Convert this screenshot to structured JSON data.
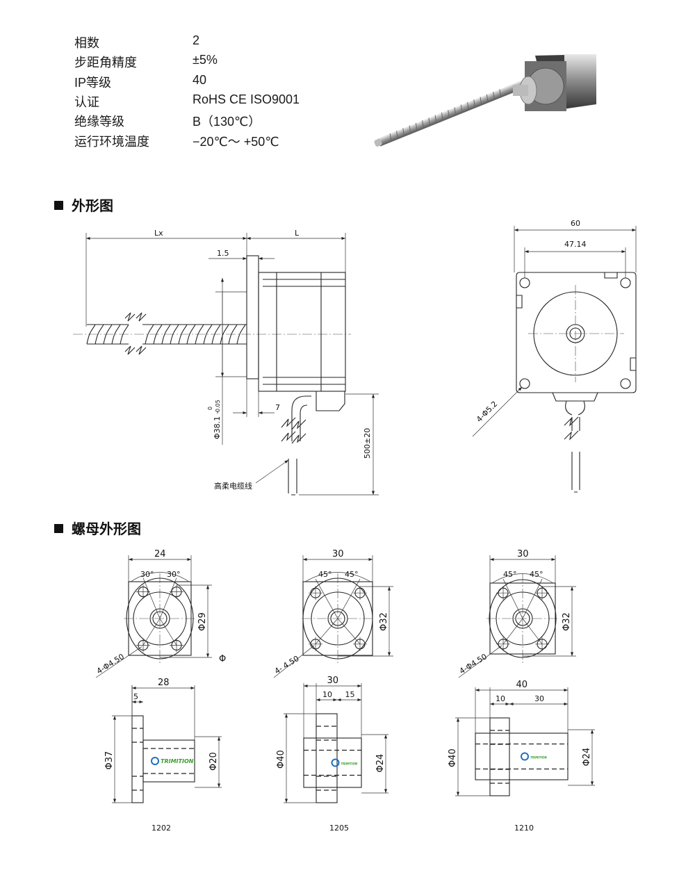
{
  "specs": [
    {
      "label": "相数",
      "value": "2"
    },
    {
      "label": "步距角精度",
      "value": "±5%"
    },
    {
      "label": "IP等级",
      "value": "40"
    },
    {
      "label": "认证",
      "value": "RoHS CE ISO9001"
    },
    {
      "label": "绝缘等级",
      "value": "B（130℃）"
    },
    {
      "label": "运行环境温度",
      "value": "−20℃～ +50℃"
    }
  ],
  "sections": {
    "outline_title": "外形图",
    "nut_title": "螺母外形图"
  },
  "motor_side": {
    "lx": "Lx",
    "l": "L",
    "flange_thk": "1.5",
    "pilot_dia": "Φ38.1 -",
    "tol_upper": "0",
    "tol_lower": "0.05",
    "cable_offset": "7",
    "cable_length": "500±20",
    "cable_label": "高柔电缆线"
  },
  "motor_front": {
    "width": "60",
    "hole_pitch": "47.14",
    "holes": "4-Φ5.2"
  },
  "nuts": [
    {
      "model": "1202",
      "width": "24",
      "angle": "30°",
      "pcd": "Φ29",
      "holes": "4-Φ4.50",
      "extra": "Φ",
      "length": "28",
      "flange": "5",
      "body": "",
      "flange_dia": "Φ37",
      "body_dia": "Φ20",
      "logo": "TRIMITION"
    },
    {
      "model": "1205",
      "width": "30",
      "angle": "45°",
      "pcd": "Φ32",
      "holes": "4-  4.50",
      "extra": "",
      "length": "30",
      "flange": "10",
      "body": "15",
      "flange_dia": "Φ40",
      "body_dia": "Φ24",
      "logo": "TRIMITION"
    },
    {
      "model": "1210",
      "width": "30",
      "angle": "45°",
      "pcd": "Φ32",
      "holes": "4-Φ4.50",
      "extra": "",
      "length": "40",
      "flange": "10",
      "body": "30",
      "flange_dia": "Φ40",
      "body_dia": "Φ24",
      "logo": "TRIMITION"
    }
  ],
  "colors": {
    "logo_blue": "#1e6fc0",
    "logo_green": "#3aa02e"
  }
}
